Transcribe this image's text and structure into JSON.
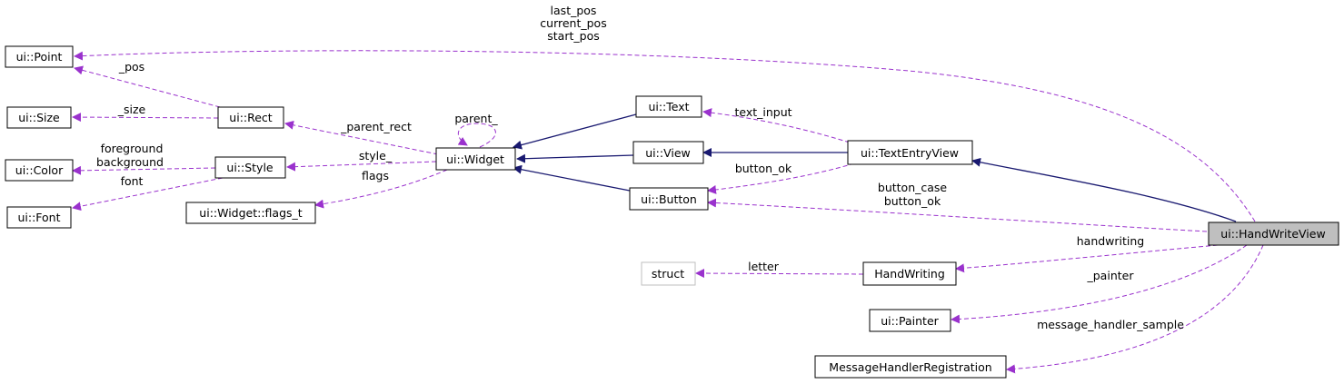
{
  "colors": {
    "inheritance": "#191970",
    "usage": "#9a32cd",
    "focus_fill": "#bfbfbf",
    "node_border": "#000000",
    "ghost_border": "#bfbfbf"
  },
  "nodes": {
    "point": "ui::Point",
    "size": "ui::Size",
    "color": "ui::Color",
    "font": "ui::Font",
    "rect": "ui::Rect",
    "style": "ui::Style",
    "flags_t": "ui::Widget::flags_t",
    "widget": "ui::Widget",
    "text": "ui::Text",
    "view": "ui::View",
    "button": "ui::Button",
    "textentryview": "ui::TextEntryView",
    "handwriteview": "ui::HandWriteView",
    "struct": "struct",
    "handwriting": "HandWriting",
    "painter": "ui::Painter",
    "msghandler": "MessageHandlerRegistration"
  },
  "labels": {
    "last_pos": "last_pos",
    "current_pos": "current_pos",
    "start_pos": "start_pos",
    "pos": "_pos",
    "size": "_size",
    "foreground": "foreground",
    "background": "background",
    "font": "font",
    "parent_rect": "_parent_rect",
    "parent": "parent_",
    "style": "style_",
    "flags": "flags",
    "text_input": "text_input",
    "button_ok_tev": "button_ok",
    "button_case": "button_case",
    "button_ok_hwv": "button_ok",
    "handwriting": "handwriting",
    "letter": "letter",
    "painter": "_painter",
    "message_handler_sample": "message_handler_sample"
  }
}
